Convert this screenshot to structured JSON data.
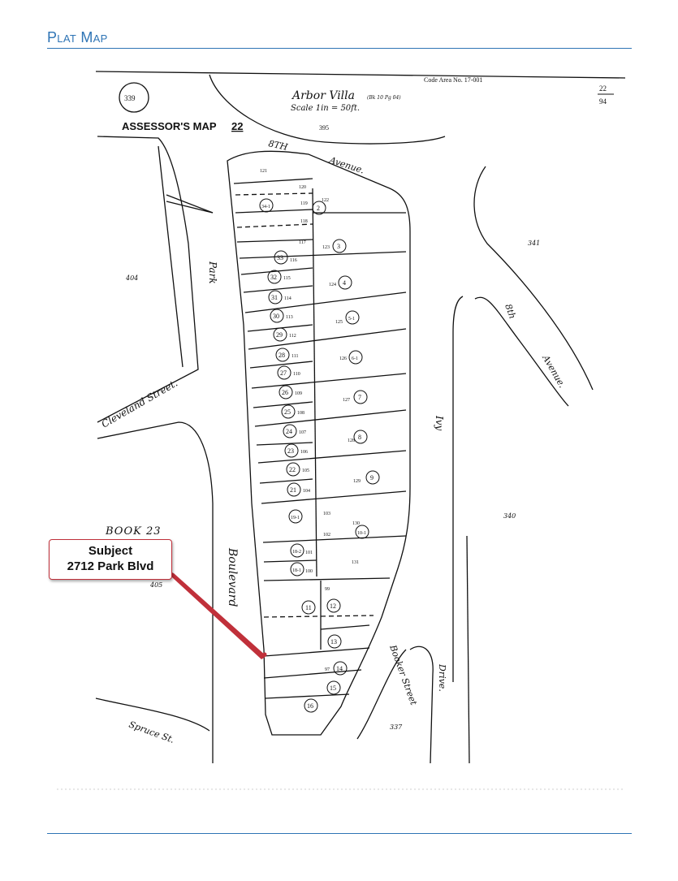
{
  "header": {
    "title": "Plat Map"
  },
  "map": {
    "code_area": "Code Area No. 17-001",
    "page_ref_top": "22",
    "page_ref_bottom": "94",
    "map_number": "339",
    "assessors_map": "ASSESSOR'S MAP",
    "assessors_map_no": "22",
    "subdivision": "Arbor Villa",
    "subdivision_ref": "(Bk 10 Pg 04)",
    "scale": "Scale 1in = 50ft.",
    "book23": "BOOK 23",
    "parcels_outside": [
      "395",
      "404",
      "341",
      "340",
      "405",
      "337"
    ],
    "streets": {
      "eighth_ave_top": "8TH",
      "avenue_top": "Avenue.",
      "park": "Park",
      "boulevard": "Boulevard",
      "cleveland": "Cleveland Street.",
      "eighth_ave_right": "8th",
      "avenue_right": "Avenue.",
      "ivy": "Ivy",
      "booker": "Booker Street",
      "drive": "Drive.",
      "spruce": "Spruce St."
    },
    "lots_circled": [
      "34-1",
      "2",
      "3",
      "33",
      "4",
      "32",
      "31",
      "5-1",
      "30",
      "29",
      "28",
      "6-1",
      "27",
      "26",
      "7",
      "25",
      "24",
      "8",
      "23",
      "22",
      "9",
      "21",
      "19-1",
      "10-1",
      "18-2",
      "18-1",
      "11",
      "12",
      "13",
      "14",
      "15",
      "16"
    ],
    "lot_numbers": [
      "121",
      "120",
      "119",
      "122",
      "118",
      "117",
      "123",
      "116",
      "115",
      "124",
      "114",
      "113",
      "125",
      "112",
      "111",
      "126",
      "110",
      "109",
      "127",
      "108",
      "107",
      "128",
      "106",
      "105",
      "129",
      "104",
      "103",
      "130",
      "102",
      "101",
      "131",
      "100",
      "99",
      "97"
    ]
  },
  "callout": {
    "line1": "Subject",
    "line2": "2712 Park Blvd"
  }
}
